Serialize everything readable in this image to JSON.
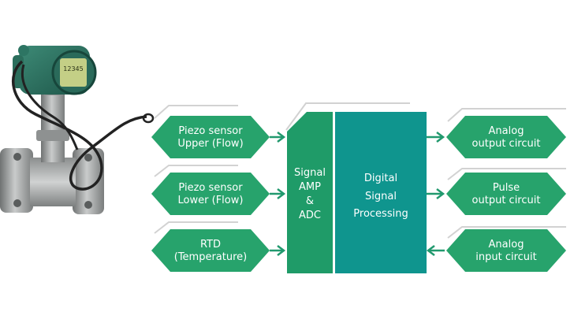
{
  "colors": {
    "green": "#27a36c",
    "amp": "#1f9b68",
    "dsp": "#0f958e",
    "arrow": "#21996e",
    "shadow": "#d2d2d2",
    "device_body": "#9ea0a0",
    "device_head": "#2a6f5e",
    "lcd": "#c4cf86",
    "cable": "#222222"
  },
  "diagram": {
    "inputs": [
      {
        "line1": "Piezo sensor",
        "line2": "Upper (Flow)"
      },
      {
        "line1": "Piezo sensor",
        "line2": "Lower (Flow)"
      },
      {
        "line1": "RTD",
        "line2": "(Temperature)"
      }
    ],
    "amp_block": {
      "lines": [
        "Signal",
        "AMP",
        "&",
        "ADC"
      ]
    },
    "dsp_block": {
      "lines": [
        "Digital",
        "Signal",
        "Processing"
      ]
    },
    "outputs": [
      {
        "line1": "Analog",
        "line2": "output circuit",
        "direction": "out"
      },
      {
        "line1": "Pulse",
        "line2": "output circuit",
        "direction": "out"
      },
      {
        "line1": "Analog",
        "line2": "input circuit",
        "direction": "in"
      }
    ],
    "device": {
      "display_text": "12345"
    }
  }
}
